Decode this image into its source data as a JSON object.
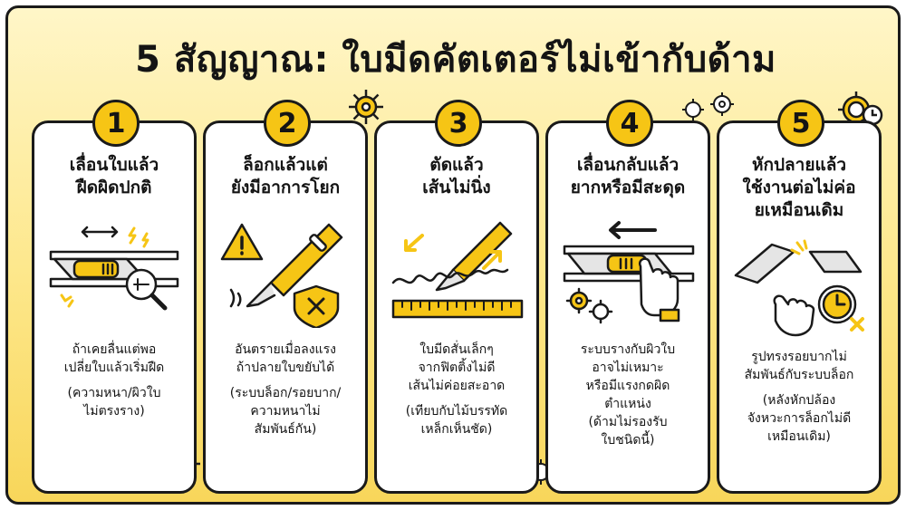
{
  "title": "5 สัญญาณ: ใบมีดคัตเตอร์ไม่เข้ากับด้าม",
  "colors": {
    "accent": "#f6c515",
    "ink": "#1a1a1a",
    "background": "#fde78a"
  },
  "cards": [
    {
      "number": "1",
      "heading_line1": "เลื่อนใบแล้ว",
      "heading_line2": "ฝืดผิดปกติ",
      "heading_line3": "",
      "desc_line1": "ถ้าเคยลื่นแต่พอ",
      "desc_line2": "เปลี่ยใบแล้วเริ่มฝืด",
      "desc_line3": "",
      "desc_line4": "",
      "note_line1": "(ความหนา/ผิวใบ",
      "note_line2": "ไม่ตรงราง)",
      "note_line3": "",
      "icon": "sliding-blade-magnifier-icon"
    },
    {
      "number": "2",
      "heading_line1": "ล็อกแล้วแต่",
      "heading_line2": "ยังมีอาการโยก",
      "heading_line3": "",
      "desc_line1": "อันตรายเมื่อลงแรง",
      "desc_line2": "ถ้าปลายใบขยับได้",
      "desc_line3": "",
      "desc_line4": "",
      "note_line1": "(ระบบล็อก/รอยบาก/",
      "note_line2": "ความหนาไม่",
      "note_line3": "สัมพันธ์กัน)",
      "icon": "warning-cutter-shield-icon"
    },
    {
      "number": "3",
      "heading_line1": "ตัดแล้ว",
      "heading_line2": "เส้นไม่นิ่ง",
      "heading_line3": "",
      "desc_line1": "ใบมีดสั่นเล็กๆ",
      "desc_line2": "จากฟิตติ้งไม่ดี",
      "desc_line3": "เส้นไม่ค่อยสะอาด",
      "desc_line4": "",
      "note_line1": "(เทียบกับไม้บรรทัด",
      "note_line2": "เหล็กเห็นชัด)",
      "note_line3": "",
      "icon": "cutter-ruler-wavy-line-icon"
    },
    {
      "number": "4",
      "heading_line1": "เลื่อนกลับแล้ว",
      "heading_line2": "ยากหรือมีสะดุด",
      "heading_line3": "",
      "desc_line1": "ระบบรางกับผิวใบ",
      "desc_line2": "อาจไม่เหมาะ",
      "desc_line3": "หรือมีแรงกดผิด",
      "desc_line4": "ตำแหน่ง",
      "note_line1": "(ด้ามไม่รองรับ",
      "note_line2": "ใบชนิดนี้)",
      "note_line3": "",
      "icon": "hand-slider-gears-icon"
    },
    {
      "number": "5",
      "heading_line1": "หักปลายแล้ว",
      "heading_line2": "ใช้งานต่อไม่ค่อ",
      "heading_line3": "ยเหมือนเดิม",
      "desc_line1": "รูปทรงรอยบากไม่",
      "desc_line2": "สัมพันธ์กับระบบล็อก",
      "desc_line3": "",
      "desc_line4": "",
      "note_line1": "(หลังหักปล้อง",
      "note_line2": "จังหวะการล็อกไม่ดี",
      "note_line3": "เหมือนเดิม)",
      "icon": "snapped-blade-clock-icon"
    }
  ]
}
